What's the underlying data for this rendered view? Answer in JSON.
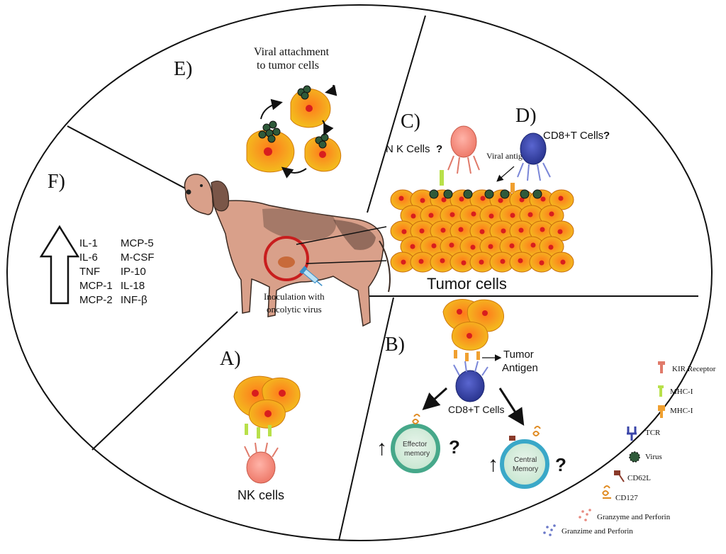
{
  "panels": {
    "a": "A)",
    "b": "B)",
    "c": "C)",
    "d": "D)",
    "e": "E)",
    "f": "F)"
  },
  "e": {
    "line1": "Viral attachment",
    "line2": "to tumor cells"
  },
  "c": {
    "nk_label": "N K Cells",
    "q": "?"
  },
  "d": {
    "cd8_label": "CD8+T Cells",
    "q": "?",
    "viral_antigen": "Viral antigen"
  },
  "tumor_label": "Tumor cells",
  "inoculation": {
    "line1": "Inoculation with",
    "line2": "oncolytic virus"
  },
  "a": {
    "nk_label": "NK cells"
  },
  "b": {
    "tumor_antigen_1": "Tumor",
    "tumor_antigen_2": "Antigen",
    "cd8_label": "CD8+T Cells",
    "effector_1": "Effector",
    "effector_2": "memory",
    "central_1": "Central",
    "central_2": "Memory",
    "q": "?"
  },
  "cytokines": {
    "left": [
      "IL-1",
      "IL-6",
      "TNF",
      "MCP-1",
      "MCP-2"
    ],
    "right": [
      "MCP-5",
      "M-CSF",
      "IP-10",
      "IL-18",
      "INF-β"
    ]
  },
  "legend": [
    "KIR Receptor",
    "MHC-I",
    "MHC-I",
    "TCR",
    "Virus",
    "CD62L",
    "CD127",
    "Granzyme and Perforin",
    "Granzime and Perforin"
  ],
  "colors": {
    "tumor_fill": "#f5a623",
    "tumor_center": "#d81e1e",
    "nk_cell": "#f08a7a",
    "cd8_cell": "#3a45a8",
    "virus": "#2f5a3a",
    "red_circle": "#c81e1e",
    "memory_ring": "#46b3a8"
  }
}
